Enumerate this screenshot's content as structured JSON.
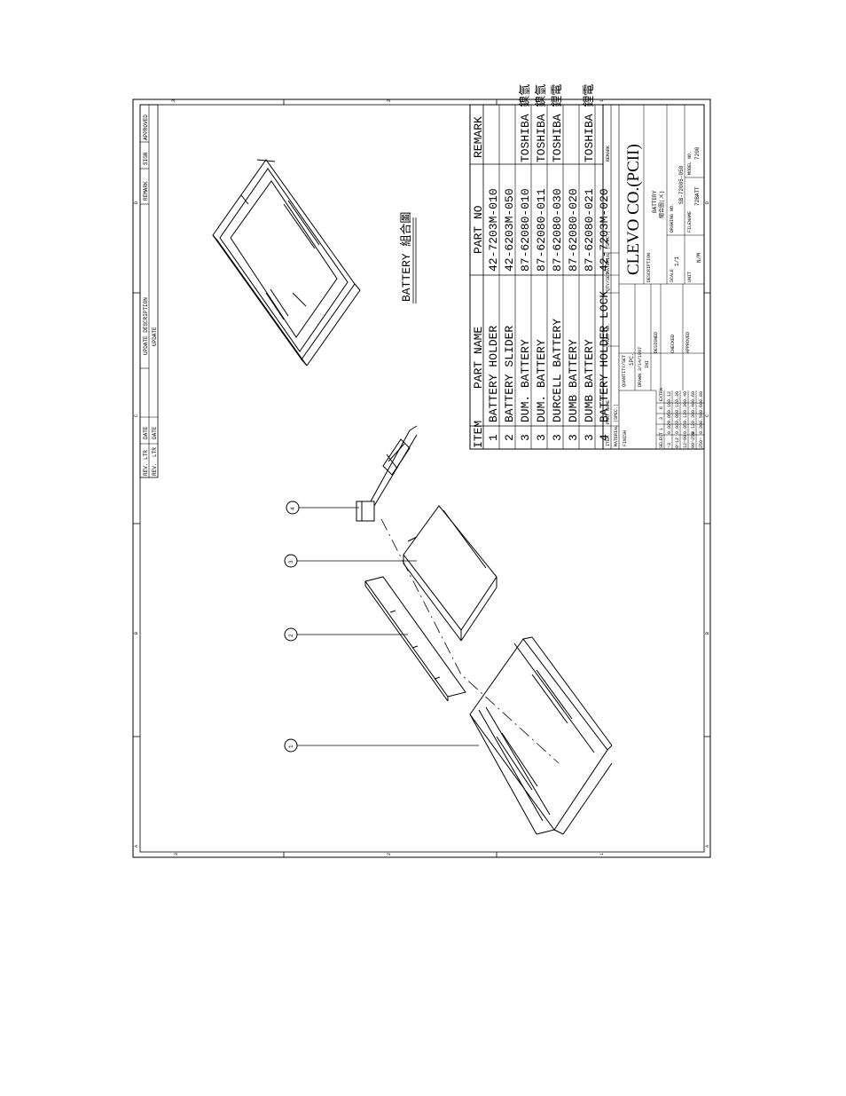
{
  "drawing": {
    "title": "BATTERY 組合圖",
    "callouts": [
      "1",
      "2",
      "3",
      "4"
    ]
  },
  "revision_block": {
    "headers": [
      "REV. LTR",
      "DATE",
      "UPDATE DESCRIPTION",
      "REMARK",
      "SIGN",
      "APPROVED"
    ],
    "row": [
      "REV.",
      "LTR",
      "DATE",
      "UPDATE"
    ]
  },
  "bom": {
    "headers": {
      "item": "ITEM",
      "part_name": "PART NAME",
      "part_no": "PART NO",
      "remark": "REMARK"
    },
    "rows": [
      {
        "item": "1",
        "name": "BATTERY HOLDER",
        "part_no": "42-7203M-010",
        "remark": ""
      },
      {
        "item": "2",
        "name": "BATTERY SLIDER",
        "part_no": "42-6203M-050",
        "remark": ""
      },
      {
        "item": "3",
        "name": "DUM. BATTERY",
        "part_no": "87-62080-010",
        "remark": "TOSHIBA 鎳氫"
      },
      {
        "item": "3",
        "name": "DUM. BATTERY",
        "part_no": "87-62080-011",
        "remark": "TOSHIBA 鎳氫"
      },
      {
        "item": "3",
        "name": "DURCELL BATTERY",
        "part_no": "87-62080-030",
        "remark": "TOSHIBA 鋰電"
      },
      {
        "item": "3",
        "name": "DUMB BATTERY",
        "part_no": "87-62080-020",
        "remark": ""
      },
      {
        "item": "3",
        "name": "DUMB BATTERY",
        "part_no": "87-62080-021",
        "remark": "TOSHIBA 鋰電"
      },
      {
        "item": "4",
        "name": "BATTERY HOLDER LOCK",
        "part_no": "42-7203M-020",
        "remark": ""
      }
    ],
    "footer_labels": [
      "ITEM",
      "PART NAME",
      "PART NO.",
      "QTY/SET",
      "MATERIAL (SPEC.)",
      "REMARK"
    ]
  },
  "title_block": {
    "company": "CLEVO CO.(PCII)",
    "material_label": "MATERIAL (SPEC.)",
    "finish_label": "FINISH",
    "quantity_label": "QUANTITY/SET",
    "quantity": "1PC.",
    "drawn_label": "DRAWN",
    "drawn_date": "3/14/1997",
    "drawn_by": "INI",
    "designed_label": "DESIGNED",
    "checked_label": "CHECKED",
    "approved_label": "APPROVED",
    "description_label": "DESCRIPTION",
    "description": "BATTERY",
    "description_cn": "組合圖(ㄨ)",
    "scale_label": "SCALE",
    "scale": "1/1",
    "drawing_no_label": "DRAWING NO.",
    "drawing_no": "SB-72005-050",
    "filename_label": "FILENAME",
    "filename": "72BATT",
    "unit_label": "UNIT",
    "unit": "N/M",
    "model_label": "MODEL NO.",
    "model": "7200",
    "tolerance": {
      "headers": [
        "SELECT",
        "1",
        "3",
        "6",
        "EXTRA"
      ],
      "rows": [
        [
          "~3",
          "0.02",
          "0.05",
          "0.10",
          "0.12"
        ],
        [
          "0~12",
          "0.02",
          "0.08",
          "0.12",
          "0.30"
        ],
        [
          "12~90",
          "0.05",
          "0.12",
          "0.30",
          "0.40"
        ],
        [
          "90~250",
          "0.12",
          "0.30",
          "0.40",
          "0.60"
        ],
        [
          "250~",
          "0.30",
          "0.50",
          "0.60",
          "0.80"
        ]
      ]
    }
  },
  "zone_marks": {
    "top": [
      "3",
      "2",
      "1"
    ],
    "bottom": [
      "3",
      "2",
      "1"
    ],
    "left": [
      "D",
      "C",
      "B",
      "A"
    ],
    "right": [
      "D",
      "C",
      "B",
      "A"
    ]
  }
}
